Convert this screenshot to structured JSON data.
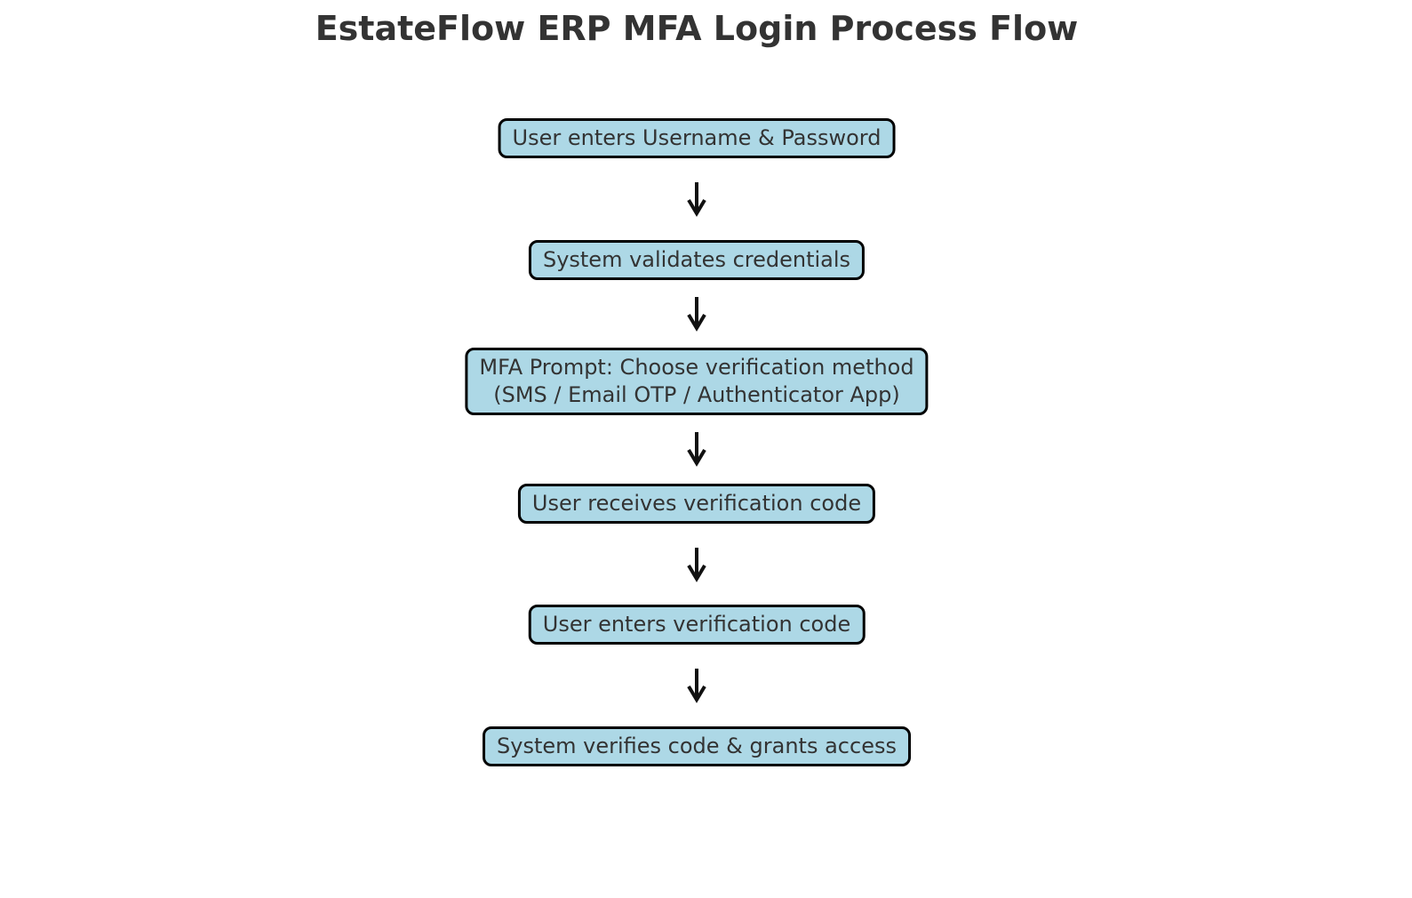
{
  "title": "EstateFlow ERP MFA Login Process Flow",
  "flow": {
    "steps": [
      {
        "label": "User enters Username & Password"
      },
      {
        "label": "System validates credentials"
      },
      {
        "label": "MFA Prompt: Choose verification method\n(SMS / Email OTP / Authenticator App)"
      },
      {
        "label": "User receives verification code"
      },
      {
        "label": "User enters verification code"
      },
      {
        "label": "System verifies code & grants access"
      }
    ],
    "connector_icon": "down-arrow",
    "connector_glyph": "↓"
  },
  "colors": {
    "background": "#ffffff",
    "box_fill": "#ADD8E6",
    "box_border": "#000000",
    "text": "#333333",
    "title": "#333333",
    "arrow": "#111111"
  }
}
